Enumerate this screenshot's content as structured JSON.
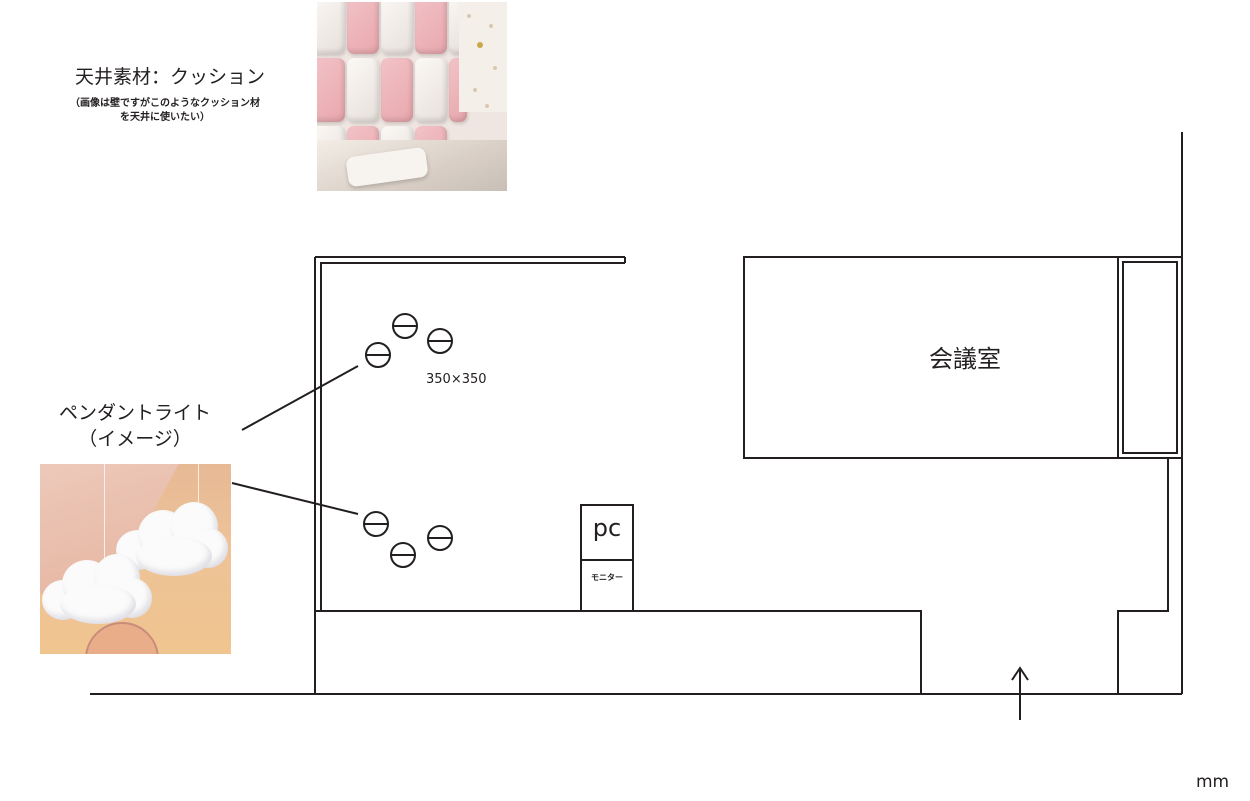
{
  "ceiling": {
    "title": "天井素材：クッション",
    "note_line1": "（画像は壁ですがこのようなクッション材",
    "note_line2": "を天井に使いたい）"
  },
  "pendant": {
    "title": "ペンダントライト",
    "subtitle": "（イメージ）"
  },
  "plan": {
    "light_size": "350×350",
    "pc_label": "pc",
    "monitor_label": "モニター",
    "meeting_room_label": "会議室",
    "unit_label": "mm"
  },
  "colors": {
    "line": "#231f20",
    "cushion_pink": "#eaaeb3",
    "cushion_white": "#f5f1ed",
    "pendant_bg": "#eec497"
  },
  "icons": {
    "light_fixture": "circle-with-horizontal-line",
    "entrance": "up-arrow"
  }
}
